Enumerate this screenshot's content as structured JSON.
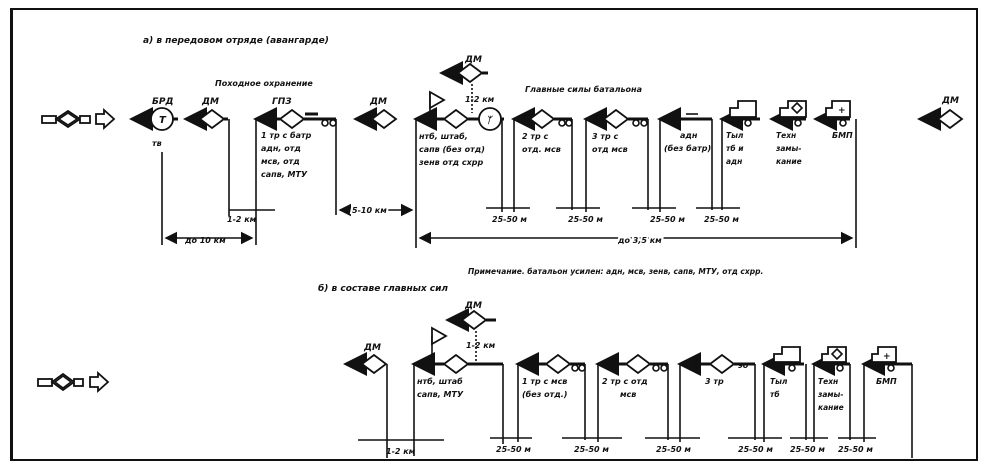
{
  "diagram": {
    "section_a": {
      "title": "а) в передовом отряде (авангарде)",
      "march_security_label": "Походное охранение",
      "main_forces_label": "Главные силы батальона",
      "units": {
        "brd": {
          "label": "БРД",
          "sublabel": "тв"
        },
        "dm1": {
          "label": "ДМ"
        },
        "gpz": {
          "label": "ГПЗ",
          "text": [
            "1 тр с батр",
            "адн, отд",
            "мсв, отд",
            "сапв, МТУ"
          ]
        },
        "dm2": {
          "label": "ДМ"
        },
        "dm_top": {
          "label": "ДМ"
        },
        "dm_top_dist": "1-2 км",
        "hq": {
          "text": [
            "нтб, штаб,",
            "сапв (без отд)",
            "зенв отд схрр"
          ]
        },
        "co2": {
          "text": [
            "2 тр с",
            "отд. мсв"
          ]
        },
        "co3": {
          "text": [
            "3 тр с",
            "отд мсв"
          ]
        },
        "adn": {
          "text": [
            "адн",
            "(без батр)"
          ]
        },
        "rear": {
          "text": [
            "Тыл",
            "тб и",
            "адн"
          ]
        },
        "tech": {
          "text": [
            "Техн",
            "замы-",
            "кание"
          ]
        },
        "bmp": {
          "text": [
            "БМП"
          ]
        },
        "dm_rear": {
          "label": "ДМ"
        }
      },
      "distances": {
        "brd_gpz": "до 10 км",
        "dm_gpz": "1-2 км",
        "gpz_main": "5-10 км",
        "gap": "25-50 м",
        "total": "до 3,5 км"
      }
    },
    "note": "Примечание. батальон усилен: адн, мсв, зенв, сапв, МТУ, отд схрр.",
    "section_b": {
      "title": "б) в составе главных сил",
      "units": {
        "dm_front": {
          "label": "ДМ"
        },
        "dm_top": {
          "label": "ДМ"
        },
        "dm_top_dist": "1-2 км",
        "hq": {
          "text": [
            "нтб, штаб",
            "сапв, МТУ"
          ]
        },
        "co1": {
          "text": [
            "1 тр с мсв",
            "(без отд.)"
          ]
        },
        "co2": {
          "text": [
            "2 тр с отд",
            "мсв"
          ]
        },
        "co3": {
          "text": [
            "3 тр"
          ]
        },
        "rear": {
          "text": [
            "Тыл",
            "тб"
          ]
        },
        "tech": {
          "text": [
            "Техн",
            "замы-",
            "кание"
          ]
        },
        "bmp": {
          "text": [
            "БМП"
          ]
        }
      },
      "distances": {
        "dm_front": "1-2 км",
        "gap": "25-50 м"
      }
    },
    "direction_symbol": "march-direction-arrow"
  }
}
